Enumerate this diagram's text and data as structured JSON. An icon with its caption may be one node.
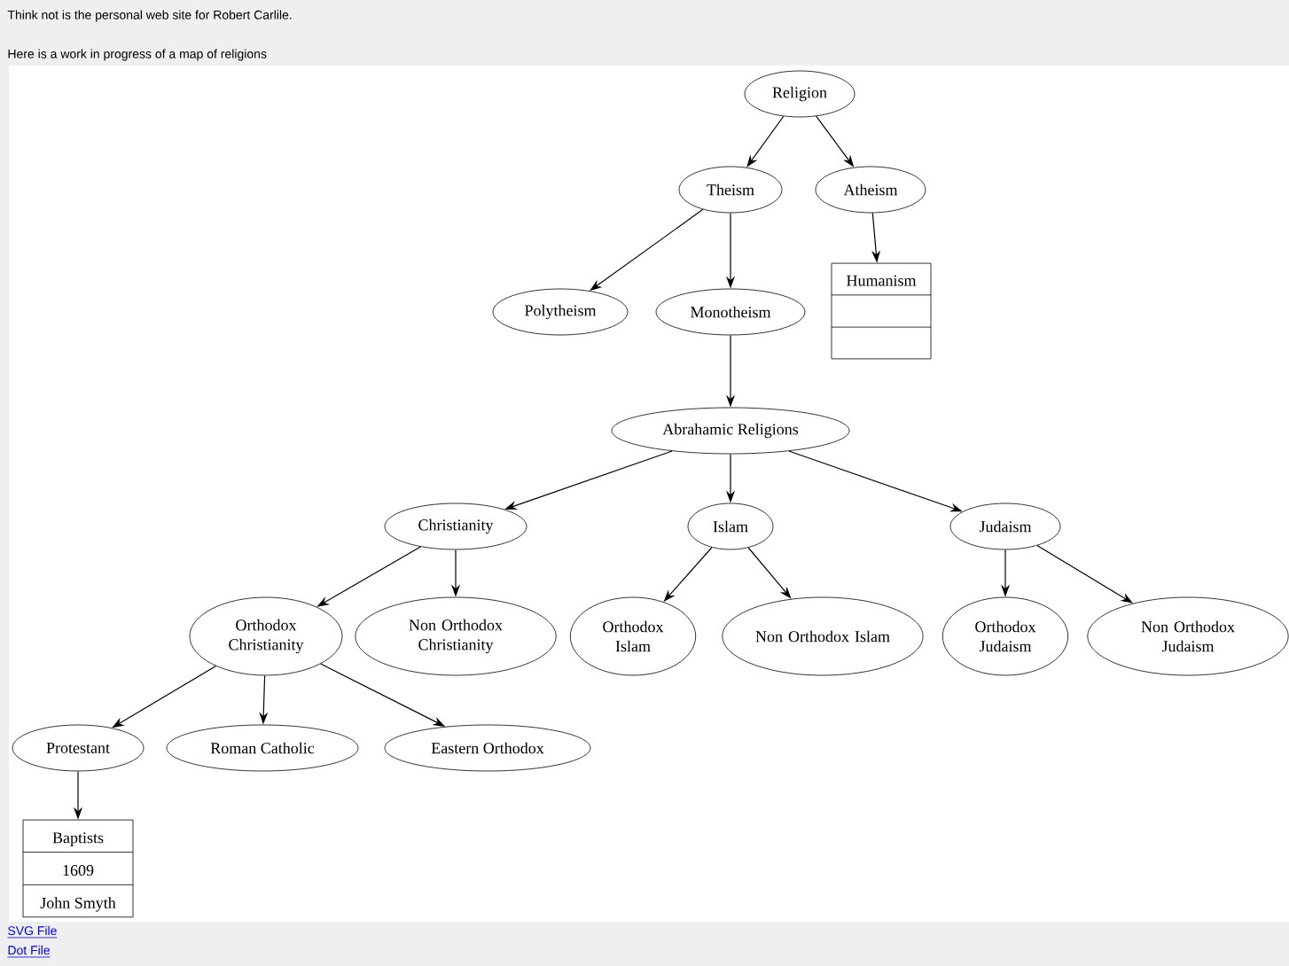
{
  "diagram": {
    "nodes": [
      {
        "text": [
          "Religion"
        ]
      },
      {
        "text": [
          "Theism"
        ]
      },
      {
        "text": [
          "Atheism"
        ]
      },
      {
        "text": [
          "Humanism"
        ]
      },
      {
        "text": [
          "Polytheism"
        ]
      },
      {
        "text": [
          "Monotheism"
        ]
      },
      {
        "text": [
          "Abrahamic Religions"
        ]
      },
      {
        "text": [
          "Christianity"
        ]
      },
      {
        "text": [
          "Islam"
        ]
      },
      {
        "text": [
          "Judaism"
        ]
      },
      {
        "text": [
          "Orthodox Christianity"
        ]
      },
      {
        "text": [
          "Non Orthodox Christianity"
        ]
      },
      {
        "text": [
          "Orthodox Islam"
        ]
      },
      {
        "text": [
          "Non Orthodox Islam"
        ]
      },
      {
        "text": [
          "Orthodox Judaism"
        ]
      },
      {
        "text": [
          "Non Orthodox Judaism"
        ]
      },
      {
        "text": [
          "Protestant"
        ]
      },
      {
        "text": [
          "Roman Catholic"
        ]
      },
      {
        "text": [
          "Eastern Orthodox"
        ]
      },
      {
        "text": [
          "Baptists",
          "1609",
          "John Smyth"
        ]
      }
    ],
    "edges": [
      {
        "from": 0,
        "to": 1,
        "arrow": "to"
      },
      {
        "from": 0,
        "to": 2,
        "arrow": "to"
      },
      {
        "from": 2,
        "to": 3,
        "arrow": "to"
      },
      {
        "from": 1,
        "to": 4,
        "arrow": "to"
      },
      {
        "from": 1,
        "to": 5,
        "arrow": "to"
      },
      {
        "from": 5,
        "to": 6,
        "arrow": "to"
      },
      {
        "from": 6,
        "to": 7,
        "arrow": "to"
      },
      {
        "from": 6,
        "to": 8,
        "arrow": "to"
      },
      {
        "from": 6,
        "to": 9,
        "arrow": "to"
      },
      {
        "from": 7,
        "to": 10,
        "arrow": "to"
      },
      {
        "from": 7,
        "to": 11,
        "arrow": "to"
      },
      {
        "from": 8,
        "to": 12,
        "arrow": "to"
      },
      {
        "from": 8,
        "to": 13,
        "arrow": "to"
      },
      {
        "from": 9,
        "to": 14,
        "arrow": "to"
      },
      {
        "from": 9,
        "to": 15,
        "arrow": "to"
      },
      {
        "from": 10,
        "to": 16,
        "arrow": "to"
      },
      {
        "from": 10,
        "to": 17,
        "arrow": "to"
      },
      {
        "from": 10,
        "to": 18,
        "arrow": "to"
      },
      {
        "from": 16,
        "to": 19,
        "arrow": "to"
      }
    ],
    "labels": [
      "Think not is the personal web site for Robert Carlile.",
      "Here is a work in progress of a map of religions",
      "SVG File",
      "Dot File"
    ]
  }
}
